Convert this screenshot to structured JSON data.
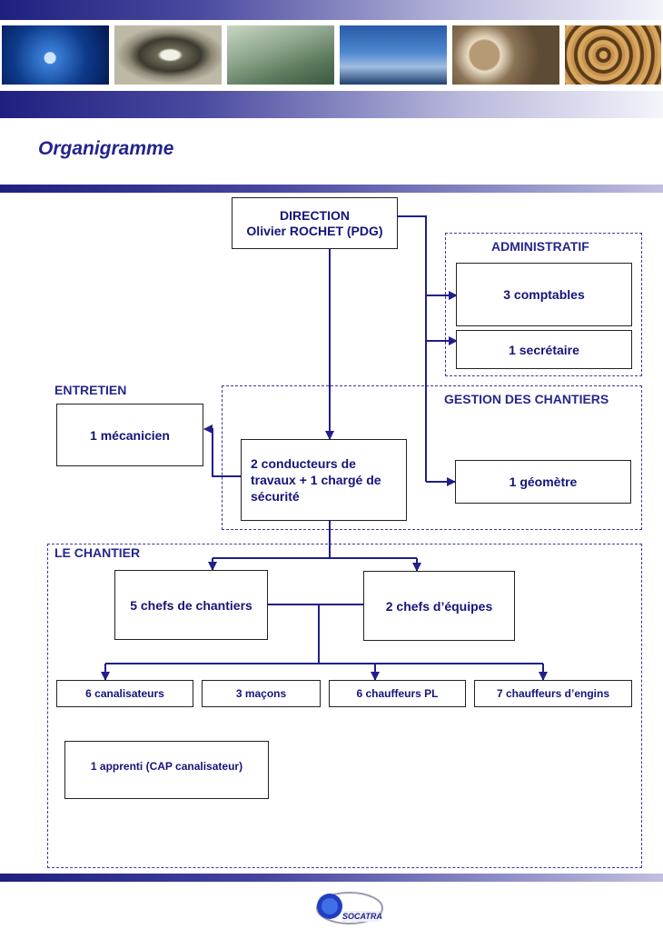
{
  "page": {
    "title": "Organigramme"
  },
  "header": {
    "photos": [
      "water-drop-photo",
      "pipe-tunnel-photo",
      "bridge-photo",
      "crane-photo",
      "pipe-cross-section-photo",
      "gravel-texture-photo"
    ]
  },
  "org": {
    "direction": {
      "title": "DIRECTION",
      "name": "Olivier ROCHET (PDG)"
    },
    "administratif": {
      "label": "ADMINISTRATIF",
      "comptables": "3 comptables",
      "secretaire": "1 secrétaire"
    },
    "entretien": {
      "label": "ENTRETIEN",
      "mecanicien": "1 mécanicien"
    },
    "gestion": {
      "label": "GESTION DES CHANTIERS",
      "conducteurs": "2 conducteurs de travaux + 1 chargé de sécurité",
      "geometre": "1 géomètre"
    },
    "chantier": {
      "label": "LE CHANTIER",
      "chefs_chantiers": "5 chefs de chantiers",
      "chefs_equipes": "2 chefs d’équipes",
      "canalisateurs": "6 canalisateurs",
      "macons": "3 maçons",
      "chauffeurs_pl": "6 chauffeurs PL",
      "chauffeurs_engins": "7 chauffeurs d’engins",
      "apprenti": "1 apprenti (CAP canalisateur)"
    }
  },
  "footer": {
    "logo_text": "SOCATRA"
  },
  "colors": {
    "accent": "#1f1f80",
    "connector": "#1f1f8c"
  }
}
